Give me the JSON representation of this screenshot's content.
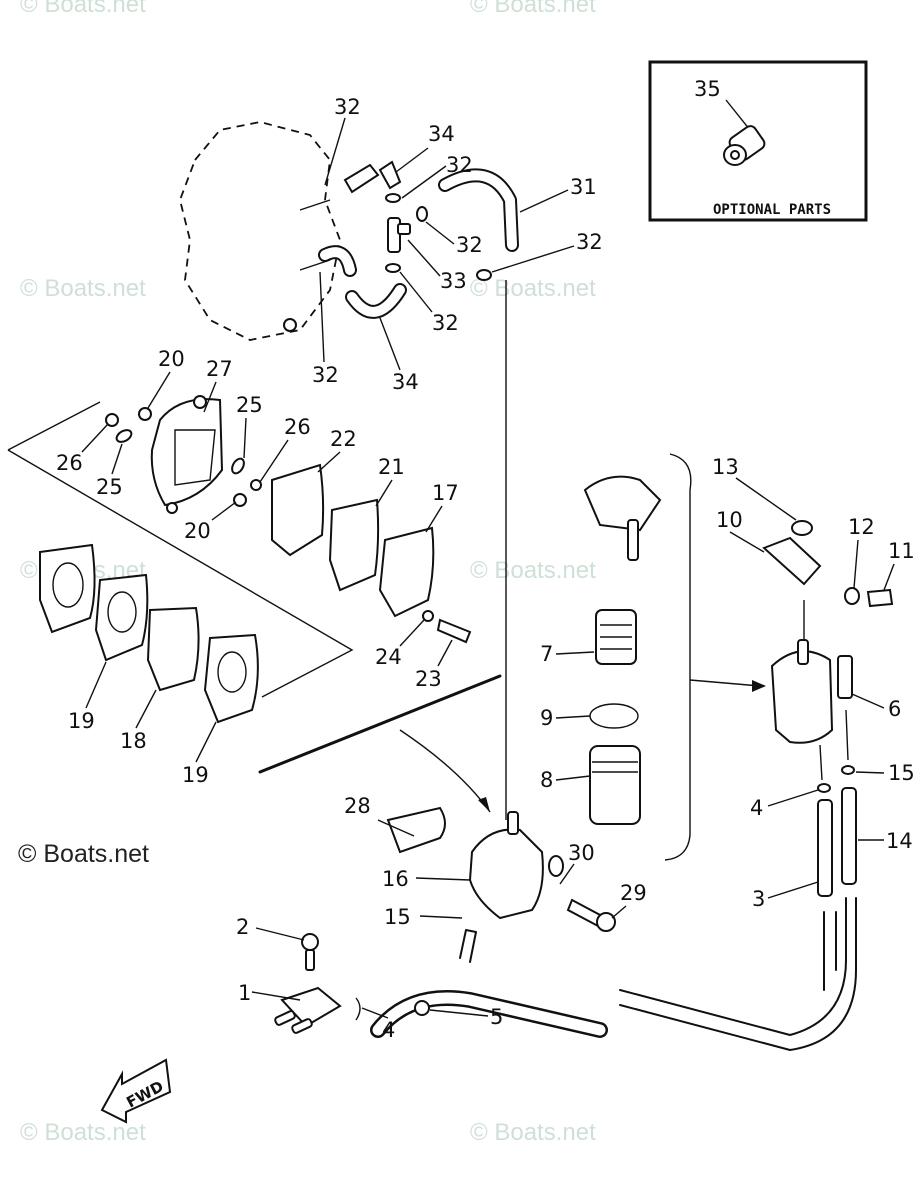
{
  "diagram": {
    "title": "Fuel system exploded parts diagram",
    "optional_box": {
      "label": "OPTIONAL PARTS",
      "part": "35"
    },
    "direction_marker": "FWD",
    "watermarks": [
      "© Boats.net",
      "© Boats.net",
      "© Boats.net",
      "© Boats.net",
      "© Boats.net",
      "© Boats.net",
      "© Boats.net",
      "© Boats.net"
    ],
    "copyright": "© Boats.net",
    "callouts": {
      "c1": "1",
      "c2": "2",
      "c3": "3",
      "c4a": "4",
      "c4b": "4",
      "c5": "5",
      "c6": "6",
      "c7": "7",
      "c8": "8",
      "c9": "9",
      "c10": "10",
      "c11": "11",
      "c12": "12",
      "c13": "13",
      "c14": "14",
      "c15a": "15",
      "c15b": "15",
      "c16": "16",
      "c17": "17",
      "c18": "18",
      "c19a": "19",
      "c19b": "19",
      "c20a": "20",
      "c20b": "20",
      "c21": "21",
      "c22": "22",
      "c23": "23",
      "c24": "24",
      "c25a": "25",
      "c25b": "25",
      "c26a": "26",
      "c26b": "26",
      "c27": "27",
      "c28": "28",
      "c29": "29",
      "c30": "30",
      "c31": "31",
      "c32a": "32",
      "c32b": "32",
      "c32c": "32",
      "c32d": "32",
      "c32e": "32",
      "c32f": "32",
      "c33": "33",
      "c34a": "34",
      "c34b": "34",
      "c35": "35"
    }
  }
}
